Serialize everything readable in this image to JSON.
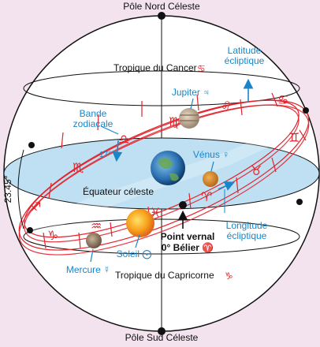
{
  "labels": {
    "pole_nord": "Pôle Nord Céleste",
    "pole_sud": "Pôle Sud Céleste",
    "tropique_cancer": "Tropique du Cancer",
    "tropique_capricorne": "Tropique du Capricorne",
    "equateur": "Équateur céleste",
    "latitude_line1": "Latitude",
    "latitude_line2": "écliptique",
    "bande_line1": "Bande",
    "bande_line2": "zodiacale",
    "longitude_line1": "Longitude",
    "longitude_line2": "écliptique",
    "point_vernal_line1": "Point vernal",
    "point_vernal_line2": "0° Bélier ♈",
    "tilt": "23.45°",
    "band_width": "17°"
  },
  "planets": {
    "jupiter": "Jupiter ♃",
    "venus": "Vénus ♀",
    "soleil": "Soleil ⨀",
    "mercure": "Mercure ☿"
  },
  "symbols": {
    "cancer_small": "♋",
    "capricorne_small": "♑",
    "zodiac": [
      "♋",
      "♌",
      "♍",
      "♎",
      "♏",
      "♐",
      "♑",
      "♒",
      "♓",
      "♈",
      "♉",
      "♊"
    ]
  },
  "colors": {
    "background": "#f3e3ef",
    "zodiac_red": "#e4222b",
    "label_blue": "#1a86c9",
    "equator_fill": "#bfe0f2"
  }
}
